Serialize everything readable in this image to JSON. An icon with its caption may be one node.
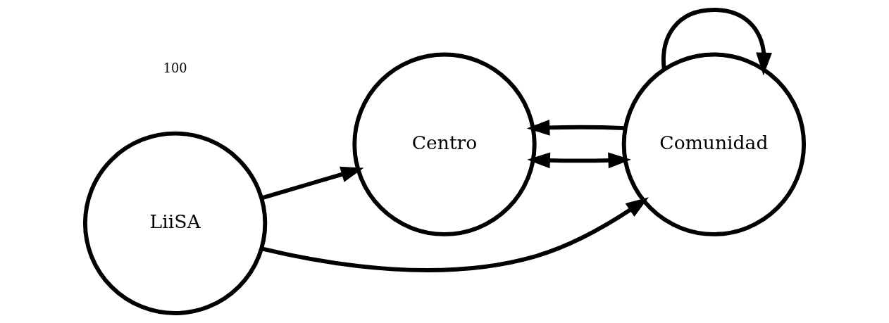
{
  "diagram": {
    "nodes": [
      {
        "text": [
          "Centro"
        ]
      },
      {
        "text": [
          "Comunidad"
        ]
      },
      {
        "text": [
          "LiiSA"
        ]
      }
    ],
    "edges": [
      {
        "from": 0,
        "to": 1,
        "arrow": "both"
      },
      {
        "from": 1,
        "to": 0,
        "arrow": "to"
      },
      {
        "from": 2,
        "to": 1,
        "arrow": "to"
      },
      {
        "from": 2,
        "to": 0,
        "arrow": "to"
      },
      {
        "from": 1,
        "to": 1,
        "arrow": "to"
      }
    ],
    "labels": [
      "100"
    ]
  }
}
